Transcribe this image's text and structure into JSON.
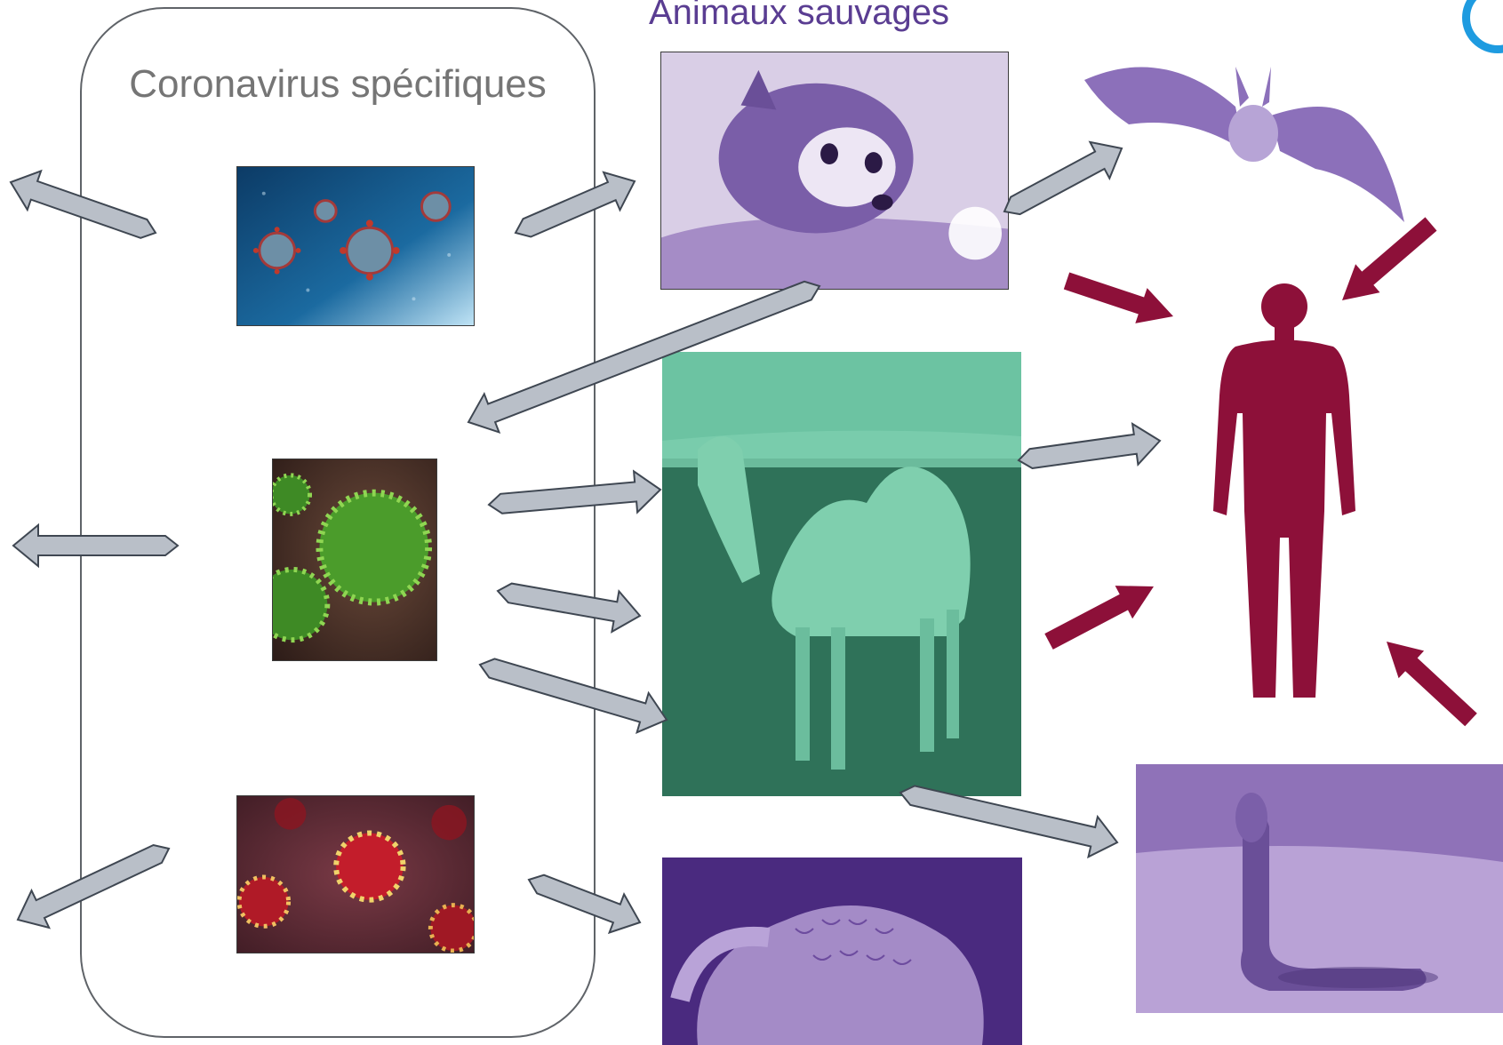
{
  "titles": {
    "group_label": "Coronavirus spécifiques",
    "wild_animals_label": "Animaux sauvages"
  },
  "images": {
    "virus1": "coronavirus blue background",
    "virus2": "coronavirus green",
    "virus3": "coronavirus red",
    "civet": "civet",
    "camel": "dromedary camel",
    "pangolin": "pangolin",
    "bat": "bat",
    "cobra": "cobra",
    "human": "human silhouette"
  },
  "colors": {
    "arrow_fill": "#b9bfc8",
    "arrow_stroke": "#3f4752",
    "red_arrow": "#8d1039",
    "purple_tint": "#6c4c9f",
    "teal_tint": "#5fbf9d",
    "human": "#8d1039",
    "title_purple": "#5a3d92",
    "group_text": "#757575"
  }
}
